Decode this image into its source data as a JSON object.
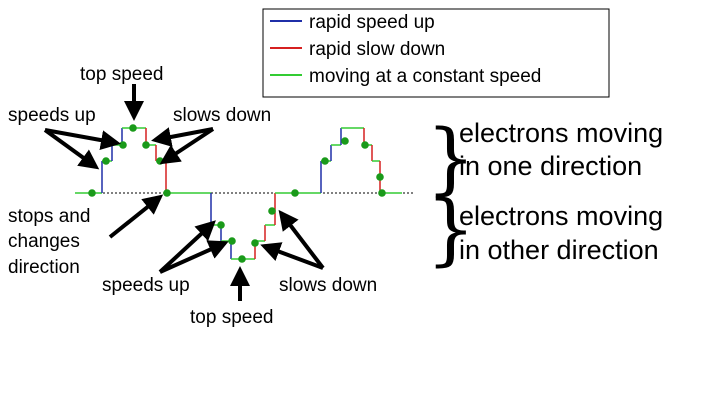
{
  "legend": {
    "items": [
      {
        "label": "rapid speed up",
        "color": "#1f2fa8"
      },
      {
        "label": "rapid slow down",
        "color": "#d62020"
      },
      {
        "label": "moving at a constant speed",
        "color": "#33cc33"
      }
    ]
  },
  "labels": {
    "top_speed_upper": "top speed",
    "speeds_up_upper": "speeds up",
    "slows_down_upper": "slows down",
    "stops_line1": "stops and",
    "stops_line2": "changes",
    "stops_line3": "direction",
    "speeds_up_lower": "speeds up",
    "slows_down_lower": "slows down",
    "top_speed_lower": "top speed"
  },
  "side": {
    "one_line1": "electrons moving",
    "one_line2": "in one direction",
    "other_line1": "electrons moving",
    "other_line2": "in other direction"
  },
  "colors": {
    "speed_up": "#1f2fa8",
    "slow_down": "#d62020",
    "constant": "#33cc33",
    "dot": "#1a9a1a"
  }
}
